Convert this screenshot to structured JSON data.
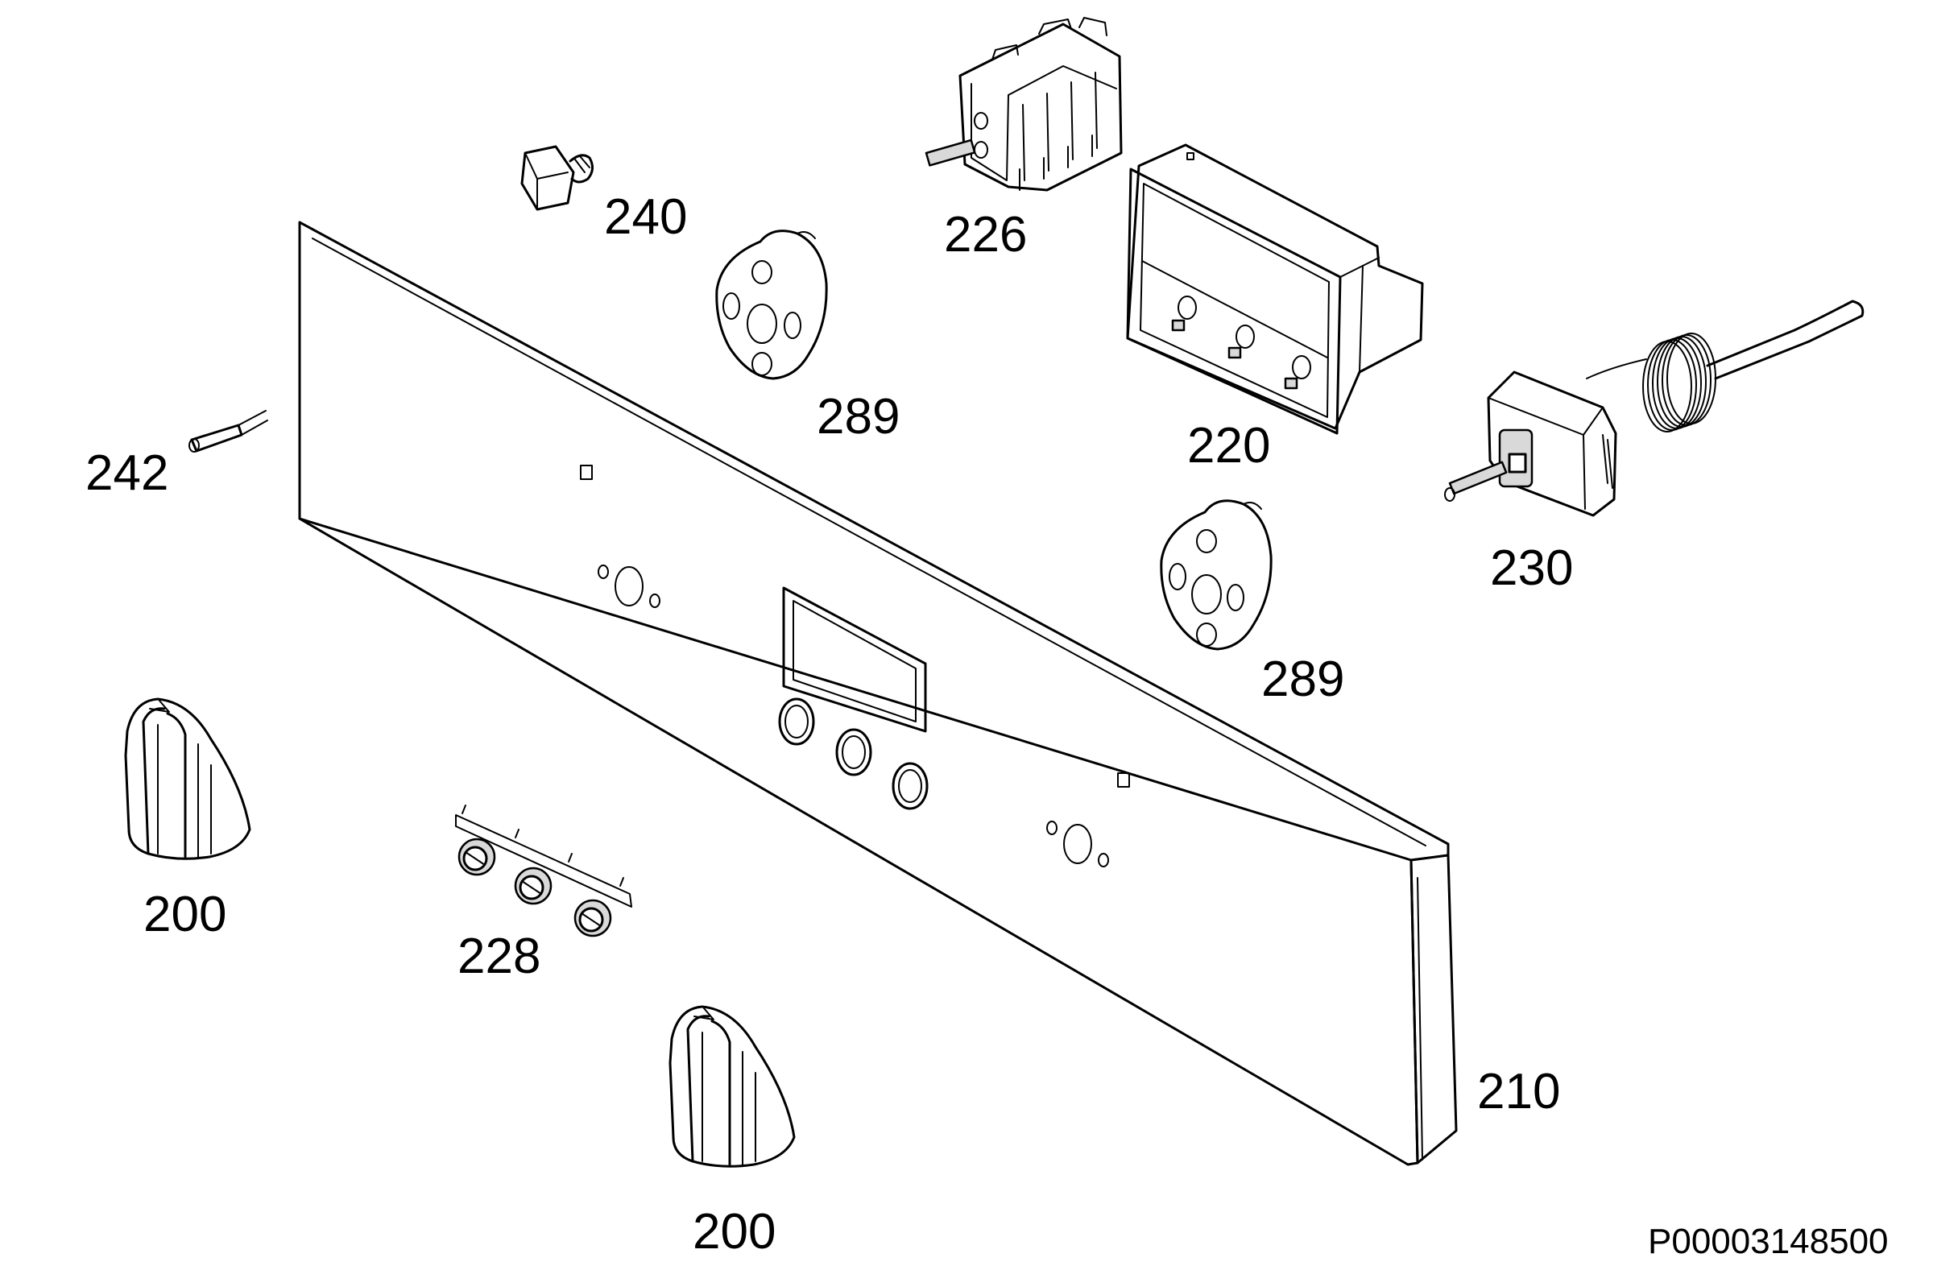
{
  "diagram": {
    "parts": [
      {
        "id": "part-200-upper",
        "label": "200",
        "name": "knob"
      },
      {
        "id": "part-200-lower",
        "label": "200",
        "name": "knob"
      },
      {
        "id": "part-210",
        "label": "210",
        "name": "control-panel"
      },
      {
        "id": "part-220",
        "label": "220",
        "name": "display-housing"
      },
      {
        "id": "part-226",
        "label": "226",
        "name": "selector-switch"
      },
      {
        "id": "part-228",
        "label": "228",
        "name": "push-button-set"
      },
      {
        "id": "part-230",
        "label": "230",
        "name": "thermostat"
      },
      {
        "id": "part-240",
        "label": "240",
        "name": "indicator-lamp"
      },
      {
        "id": "part-242",
        "label": "242",
        "name": "lamp-holder"
      },
      {
        "id": "part-289-upper",
        "label": "289",
        "name": "knob-insert"
      },
      {
        "id": "part-289-lower",
        "label": "289",
        "name": "knob-insert"
      }
    ],
    "drawing_code": "P00003148500"
  }
}
